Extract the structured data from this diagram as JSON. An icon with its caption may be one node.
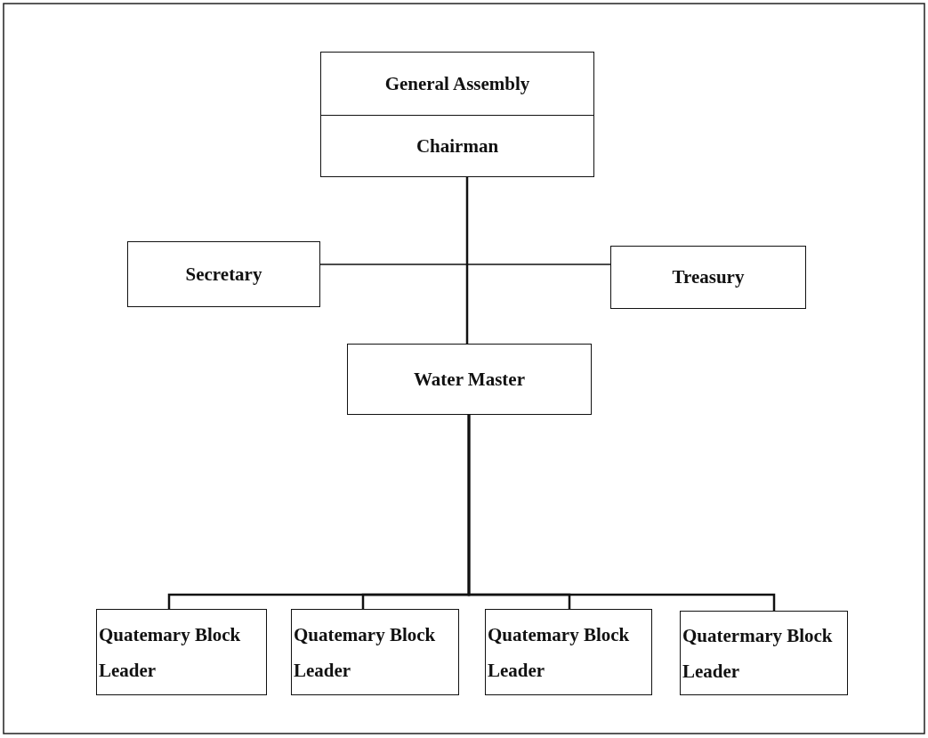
{
  "diagram": {
    "nodes": [
      {
        "text": [
          "General Assembly"
        ]
      },
      {
        "text": [
          "Chairman"
        ]
      },
      {
        "text": [
          "Secretary"
        ]
      },
      {
        "text": [
          "Treasury"
        ]
      },
      {
        "text": [
          "Water Master"
        ]
      },
      {
        "text": [
          "Quatemary Block Leader"
        ]
      },
      {
        "text": [
          "Quatemary Block Leader"
        ]
      },
      {
        "text": [
          "Quatemary Block Leader"
        ]
      },
      {
        "text": [
          "Quatermary Block Leader"
        ]
      }
    ],
    "edges": [
      {
        "from": 1,
        "to": 2,
        "arrow": "none"
      },
      {
        "from": 1,
        "to": 3,
        "arrow": "none"
      },
      {
        "from": 1,
        "to": 4,
        "arrow": "none"
      },
      {
        "from": 4,
        "to": 5,
        "arrow": "none"
      },
      {
        "from": 4,
        "to": 6,
        "arrow": "none"
      },
      {
        "from": 4,
        "to": 7,
        "arrow": "none"
      },
      {
        "from": 4,
        "to": 8,
        "arrow": "none"
      }
    ]
  }
}
